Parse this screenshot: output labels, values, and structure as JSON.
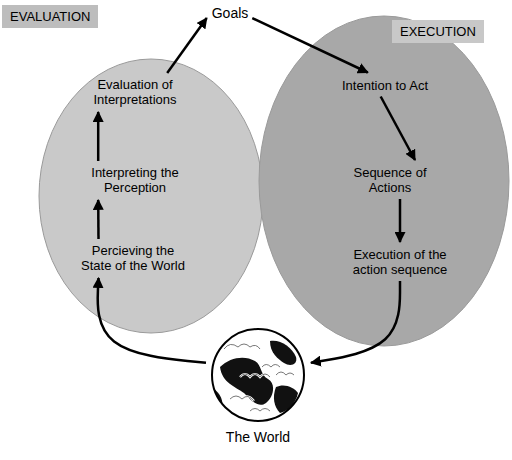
{
  "diagram": {
    "nodes": [
      {
        "text": [
          "Goals"
        ]
      },
      {
        "text": [
          "EVALUATION"
        ]
      },
      {
        "text": [
          "Evaluation of Interpretations"
        ],
        "in": 1
      },
      {
        "text": [
          "Interpreting the Perception"
        ],
        "in": 1
      },
      {
        "text": [
          "Percieving the State of the World"
        ],
        "in": 1
      },
      {
        "text": [
          "EXECUTION"
        ]
      },
      {
        "text": [
          "Intention to Act"
        ],
        "in": 5
      },
      {
        "text": [
          "Sequence of Actions"
        ],
        "in": 5
      },
      {
        "text": [
          "Execution of the action sequence"
        ],
        "in": 5
      },
      {
        "text": [
          "The World"
        ]
      }
    ],
    "edges": [
      {
        "from": 2,
        "to": 0,
        "arrow": "to"
      },
      {
        "from": 0,
        "to": 6,
        "arrow": "to"
      },
      {
        "from": 6,
        "to": 7,
        "arrow": "to"
      },
      {
        "from": 7,
        "to": 8,
        "arrow": "to"
      },
      {
        "from": 8,
        "to": 9,
        "arrow": "to"
      },
      {
        "from": 9,
        "to": 4,
        "arrow": "to"
      },
      {
        "from": 4,
        "to": 3,
        "arrow": "to"
      },
      {
        "from": 3,
        "to": 2,
        "arrow": "to"
      }
    ]
  }
}
